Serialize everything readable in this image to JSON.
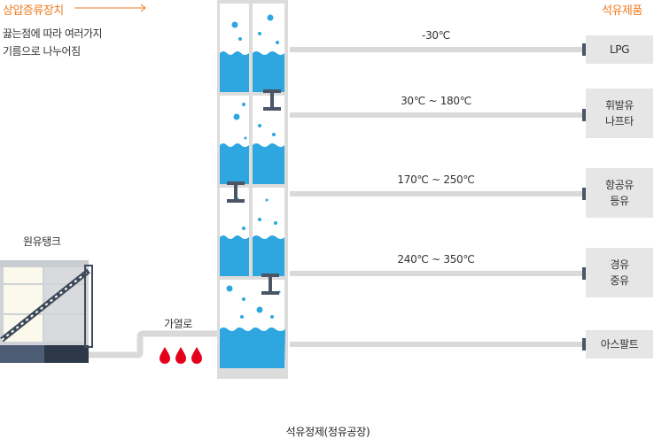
{
  "header": {
    "left_title": "상압증류장치",
    "desc_line1": "끓는점에 따라 여러가지",
    "desc_line2": "기름으로 나누어짐",
    "right_title": "석유제품"
  },
  "tank": {
    "label": "원유탱크"
  },
  "furnace": {
    "label": "가열로"
  },
  "temperatures": [
    "-30℃",
    "30℃ ~ 180℃",
    "170℃ ~ 250℃",
    "240℃ ~ 350℃"
  ],
  "products": [
    {
      "line1": "LPG",
      "line2": ""
    },
    {
      "line1": "휘발유",
      "line2": "나프타"
    },
    {
      "line1": "항공유",
      "line2": "등유"
    },
    {
      "line1": "경유",
      "line2": "중유"
    },
    {
      "line1": "아스팔트",
      "line2": ""
    }
  ],
  "caption": "석유정제(정유공장)",
  "colors": {
    "accent_orange": "#f07a1e",
    "water_blue": "#2ea7e0",
    "pipe_gray": "#d9d9d9",
    "steel_dark": "#4a5566",
    "flame_red": "#e3001b",
    "box_gray": "#e6e6e6"
  }
}
